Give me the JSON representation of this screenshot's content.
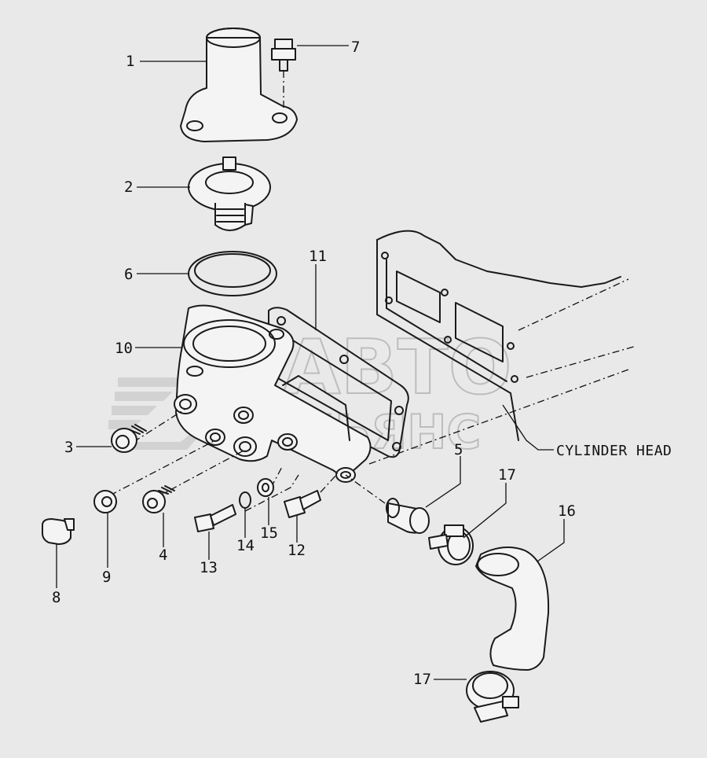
{
  "diagram": {
    "callouts": {
      "c1": "1",
      "c2": "2",
      "c3": "3",
      "c4": "4",
      "c5": "5",
      "c6": "6",
      "c7": "7",
      "c8": "8",
      "c9": "9",
      "c10": "10",
      "c11": "11",
      "c12": "12",
      "c13": "13",
      "c14": "14",
      "c15": "15",
      "c16": "16",
      "c17a": "17",
      "c17b": "17"
    },
    "reference_label": "CYLINDER HEAD"
  },
  "watermark": {
    "line1": "АВТО",
    "line2": "АЛЬЯНС",
    "color": "#bdbdbd"
  },
  "colors": {
    "background": "#e9e9e9",
    "line": "#1a1a1a"
  }
}
